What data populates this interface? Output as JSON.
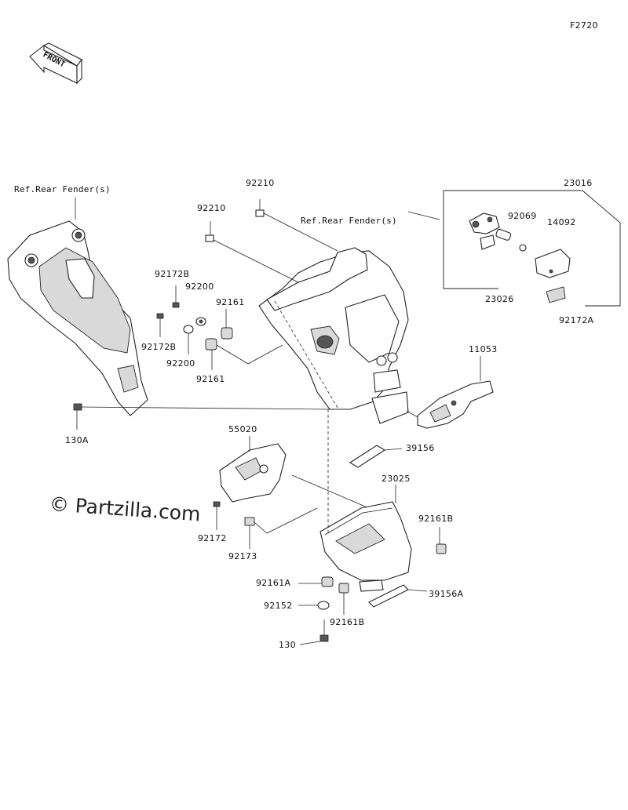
{
  "figure_id": "F2720",
  "front_label": "FRONT",
  "watermark": "© Partzilla.com",
  "refs": {
    "rear_fender_left": "Ref.Rear Fender(s)",
    "rear_fender_center": "Ref.Rear Fender(s)"
  },
  "parts": {
    "p23016": "23016",
    "p92210_top": "92210",
    "p92210_left": "92210",
    "p92069": "92069",
    "p14092": "14092",
    "p23026": "23026",
    "p92172A": "92172A",
    "p92172B_top": "92172B",
    "p92172B_bottom": "92172B",
    "p92200_top": "92200",
    "p92200_bottom": "92200",
    "p92161_top": "92161",
    "p92161_bottom": "92161",
    "p11053": "11053",
    "p130A": "130A",
    "p55020": "55020",
    "p39156": "39156",
    "p23025": "23025",
    "p92161B_right": "92161B",
    "p92172": "92172",
    "p92173": "92173",
    "p92161A": "92161A",
    "p92152": "92152",
    "p92161B_bottom": "92161B",
    "p39156A": "39156A",
    "p130": "130"
  }
}
